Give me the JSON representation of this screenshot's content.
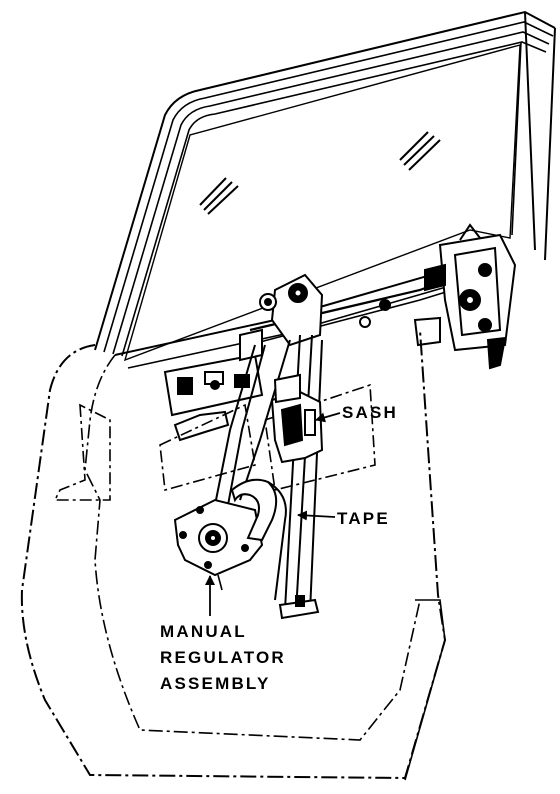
{
  "labels": {
    "sash": "SASH",
    "tape": "TAPE",
    "manual_line1": "MANUAL",
    "manual_line2": "REGULATOR",
    "manual_line3": "ASSEMBLY"
  },
  "colors": {
    "ink": "#000000",
    "paper": "#ffffff"
  }
}
